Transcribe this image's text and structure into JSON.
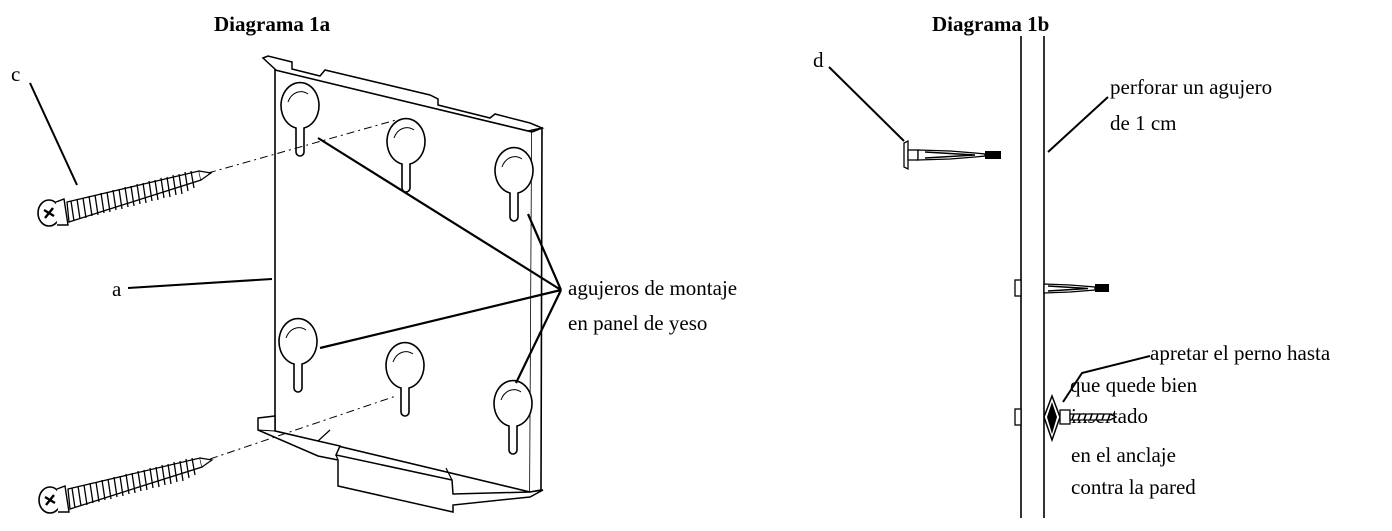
{
  "diagram_1a": {
    "title": "Diagrama 1a",
    "label_a": "a",
    "label_c": "c",
    "mounting_holes_line1": "agujeros de montaje",
    "mounting_holes_line2": "en panel de yeso"
  },
  "diagram_1b": {
    "title": "Diagrama 1b",
    "label_d": "d",
    "drill_line1": "perforar un agujero",
    "drill_line2": "de 1 cm",
    "tighten_lines": [
      "apretar el perno hasta",
      "que quede bien",
      "insertado",
      "en el anclaje",
      "contra la pared"
    ]
  }
}
